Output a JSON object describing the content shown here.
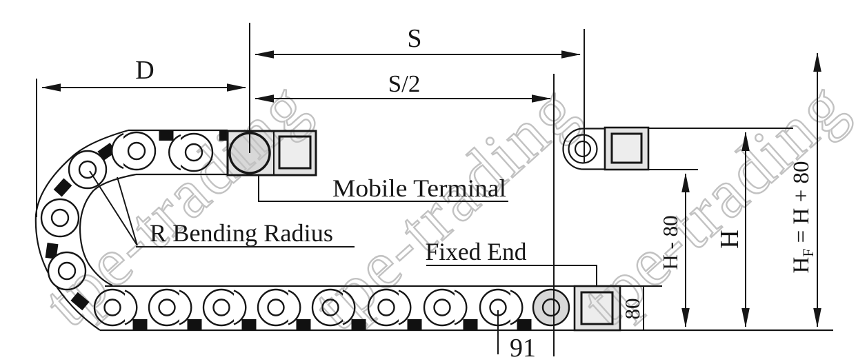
{
  "diagram": {
    "labels": {
      "d": "D",
      "s": "S",
      "s_half": "S/2",
      "mobile_terminal": "Mobile Terminal",
      "bending_radius": "R Bending Radius",
      "fixed_end": "Fixed End",
      "h_minus_80": "H - 80",
      "h": "H",
      "hf_h": "H",
      "hf_sub": "F",
      "hf_rest": "= H + 80",
      "height_80": "80",
      "pitch_91": "91"
    },
    "watermark": {
      "text": "tpe-trading",
      "color": "#c2c2c2"
    },
    "colors": {
      "line": "#161616",
      "bracket_fill": "#e3e3e3",
      "inner_square_fill": "#ededed",
      "roller_fill": "#d8d8d8",
      "background": "#ffffff"
    }
  }
}
